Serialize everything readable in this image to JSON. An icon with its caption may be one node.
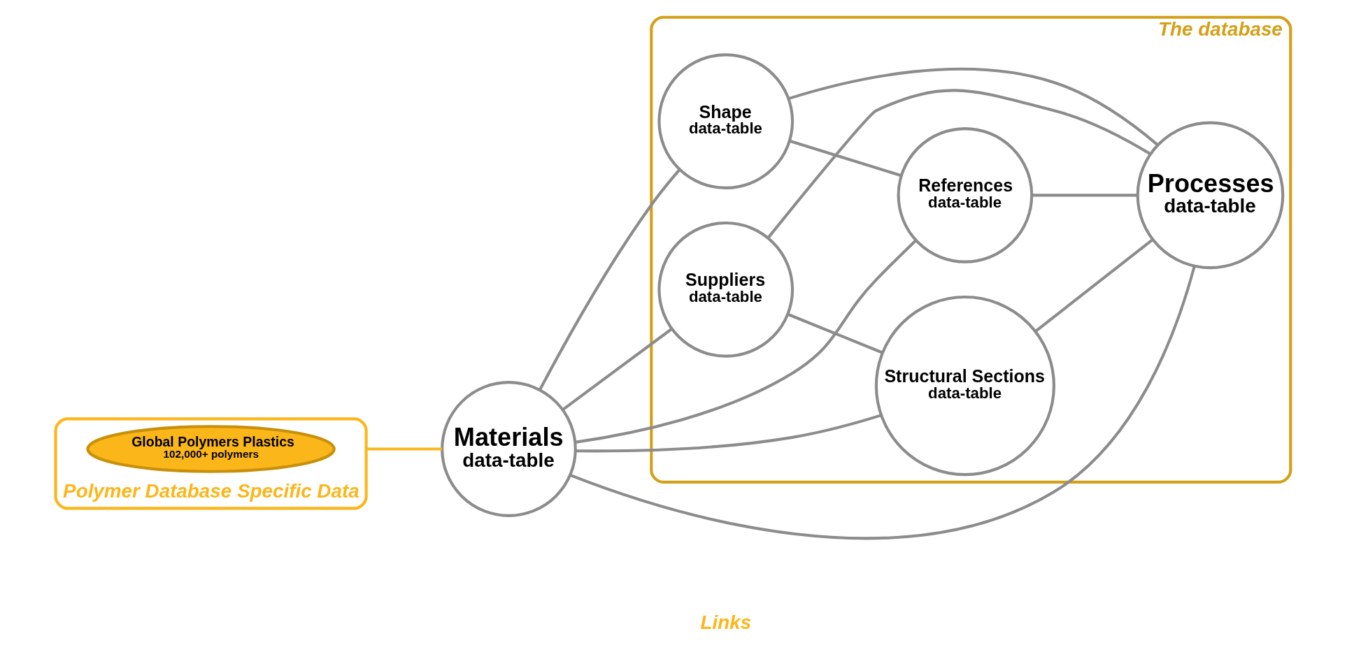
{
  "diagram": {
    "nodes": [
      {
        "text": [
          "The database"
        ]
      },
      {
        "text": [
          "Polymer Database Specific Data"
        ]
      },
      {
        "text": [
          "Global Polymers Plastics",
          "102,000+ polymers"
        ],
        "in": 1
      },
      {
        "text": [
          "Materials",
          "data-table"
        ]
      },
      {
        "text": [
          "Shape",
          "data-table"
        ],
        "in": 0
      },
      {
        "text": [
          "References",
          "data-table"
        ],
        "in": 0
      },
      {
        "text": [
          "Processes",
          "data-table"
        ],
        "in": 0
      },
      {
        "text": [
          "Suppliers",
          "data-table"
        ],
        "in": 0
      },
      {
        "text": [
          "Structural Sections",
          "data-table"
        ],
        "in": 0
      }
    ],
    "edges": [
      {
        "from": 2,
        "to": 3,
        "arrow": "none",
        "color": "#fbb61a"
      },
      {
        "from": 3,
        "to": 4,
        "arrow": "none"
      },
      {
        "from": 3,
        "to": 5,
        "arrow": "none"
      },
      {
        "from": 3,
        "to": 6,
        "arrow": "none"
      },
      {
        "from": 3,
        "to": 7,
        "arrow": "none"
      },
      {
        "from": 3,
        "to": 8,
        "arrow": "none"
      },
      {
        "from": 4,
        "to": 5,
        "arrow": "none"
      },
      {
        "from": 4,
        "to": 6,
        "arrow": "none"
      },
      {
        "from": 5,
        "to": 6,
        "arrow": "none"
      },
      {
        "from": 7,
        "to": 8,
        "arrow": "none"
      },
      {
        "from": 7,
        "to": 6,
        "arrow": "none"
      },
      {
        "from": 8,
        "to": 6,
        "arrow": "none"
      }
    ],
    "labels": [
      "Links"
    ]
  }
}
